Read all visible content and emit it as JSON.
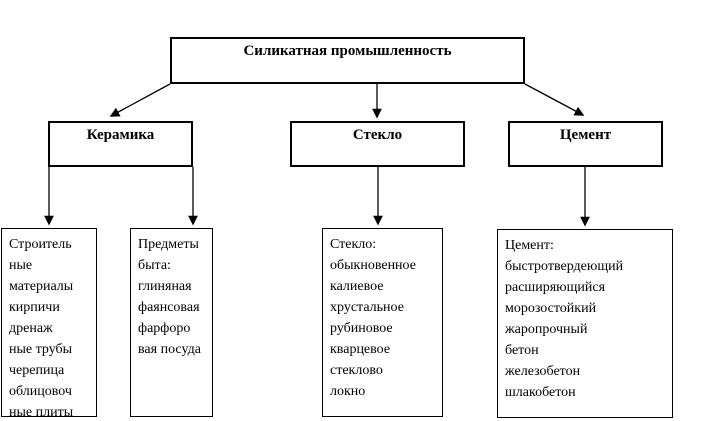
{
  "diagram": {
    "title": "Силикатная промышленность",
    "root": {
      "label": "Силикатная промышленность"
    },
    "branches": [
      {
        "label": "Керамика"
      },
      {
        "label": "Стекло"
      },
      {
        "label": "Цемент"
      }
    ],
    "leaves": [
      {
        "parent": "Керамика",
        "lines": [
          "Строитель",
          "ные",
          "материалы",
          "кирпичи",
          "дренаж",
          "ные трубы",
          "черепица",
          "облицовоч",
          "ные плиты"
        ]
      },
      {
        "parent": "Керамика",
        "lines": [
          "Предметы",
          "быта:",
          "глиняная",
          "фаянсовая",
          "фарфоро",
          "вая посуда"
        ]
      },
      {
        "parent": "Стекло",
        "lines": [
          "Стекло:",
          "обыкновенное",
          "калиевое",
          "хрустальное",
          "рубиновое",
          "кварцевое",
          "стеклово",
          "локно"
        ]
      },
      {
        "parent": "Цемент",
        "lines": [
          "Цемент:",
          "быстротвердеющий",
          "расширяющийся",
          "морозостойкий",
          "жаропрочный",
          "бетон",
          "железобетон",
          "шлакобетон"
        ]
      }
    ],
    "colors": {
      "border": "#000000",
      "text": "#000000",
      "background": "#ffffff"
    }
  }
}
